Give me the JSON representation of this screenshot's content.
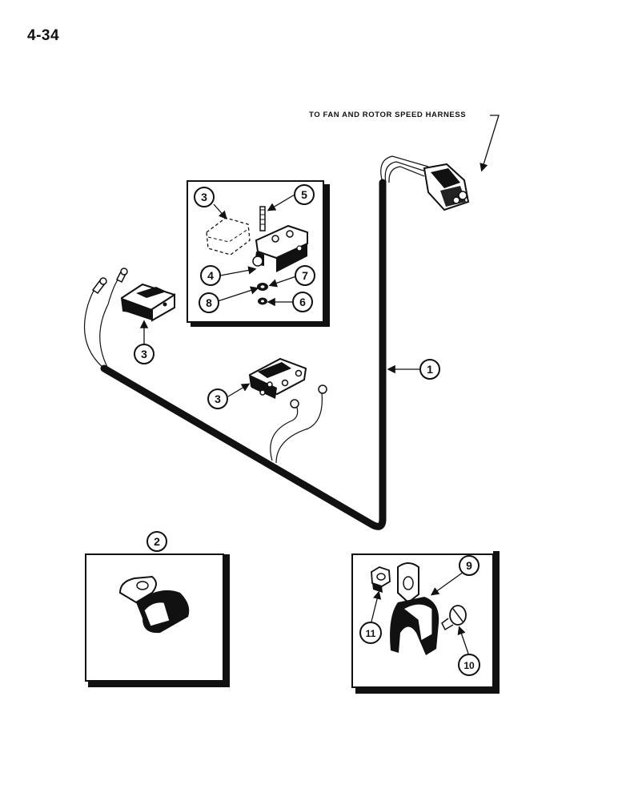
{
  "page_number": "4-34",
  "harness_note": "TO FAN AND ROTOR SPEED HARNESS",
  "callouts": {
    "c1": "1",
    "c2": "2",
    "c3a": "3",
    "c3b": "3",
    "c3c": "3",
    "c4": "4",
    "c5": "5",
    "c6": "6",
    "c7": "7",
    "c8": "8",
    "c9": "9",
    "c10": "10",
    "c11": "11"
  }
}
